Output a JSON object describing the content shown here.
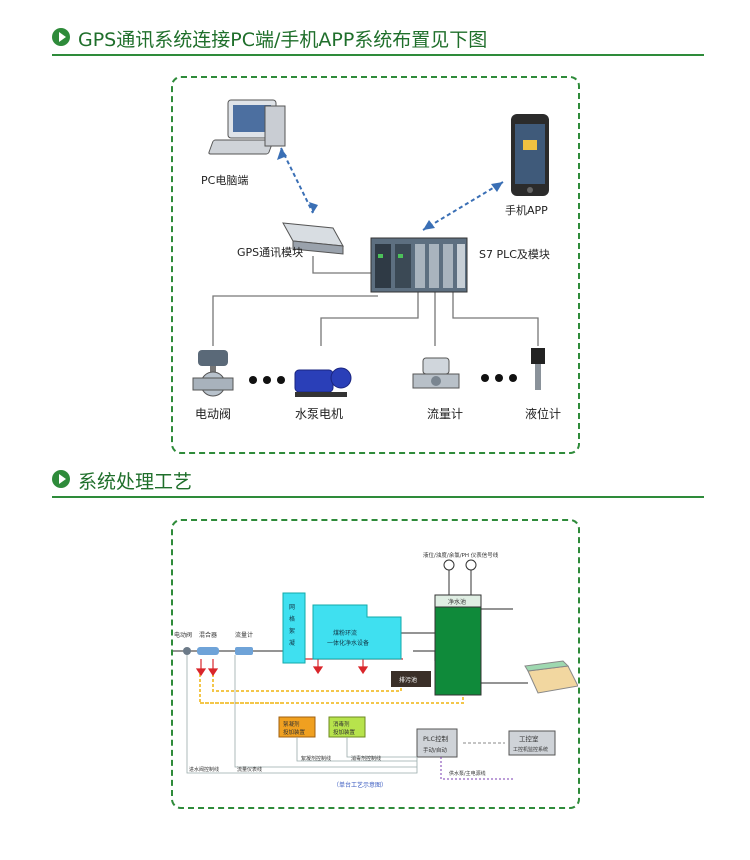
{
  "sections": [
    {
      "title": "GPS通讯系统连接PC端/手机APP系统布置见下图"
    },
    {
      "title": "系统处理工艺"
    }
  ],
  "net_diagram": {
    "pc_label": "PC电脑端",
    "phone_label": "手机APP",
    "gps_label": "GPS通讯模块",
    "plc_label": "S7 PLC及模块",
    "valve_label": "电动阀",
    "pump_label": "水泵电机",
    "flow_label": "流量计",
    "level_label": "液位计"
  },
  "process_diagram": {
    "inlet_valve_label": "电动阀",
    "mixer_label": "混合器",
    "flowmeter_label": "流量计",
    "coag_chars": [
      "网",
      "格",
      "絮",
      "凝"
    ],
    "clarifier_label_1": "煤粉环流",
    "clarifier_label_2": "一体化净水设备",
    "drain_tank_label": "排污池",
    "clear_tank_label": "净水池",
    "sensor_line_label": "液位/浊度/余氯/PH 仪表信号线",
    "doser1_label_1": "絮凝剂",
    "doser1_label_2": "投加装置",
    "doser2_label_1": "消毒剂",
    "doser2_label_2": "投加装置",
    "plc_label_1": "PLC控制",
    "plc_label_2": "手动/自动",
    "ipc_label_1": "工控室",
    "ipc_label_2": "工控机监控系统",
    "valve_ctrl_line": "进水阀控制线",
    "flow_signal_line": "流量仪表线",
    "dose_pump_line": "絮凝剂控制线",
    "disinfect_line": "消毒剂控制线",
    "pump_power_line": "供水泵/主电源线",
    "caption": "（单台工艺示意图）"
  },
  "colors": {
    "accent": "#2e8b3a",
    "pipe_yellow": "#f3c64a",
    "cyan_tank": "#3fe0f0",
    "clear_tank": "#0f8a3a",
    "dose_orange": "#f0a020",
    "dose_green": "#b7e34c"
  }
}
